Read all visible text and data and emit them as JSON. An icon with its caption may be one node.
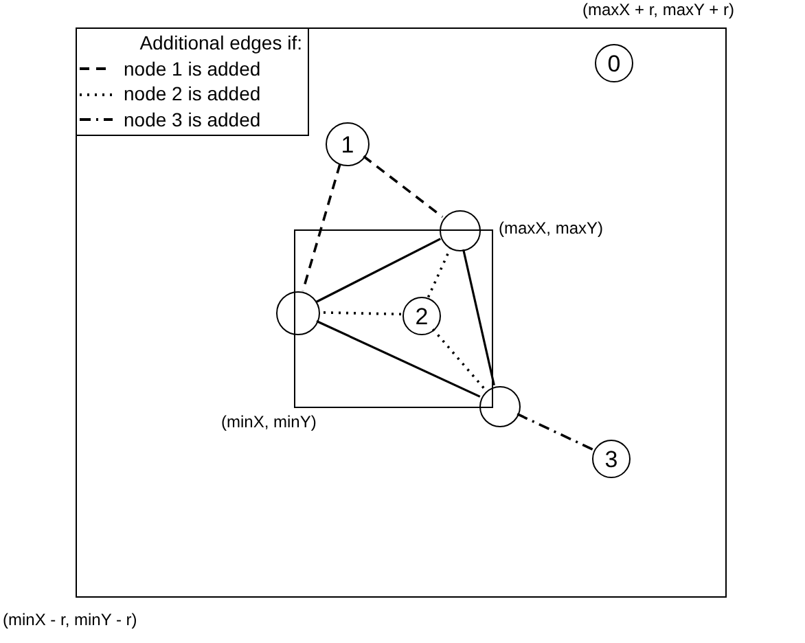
{
  "diagram": {
    "nodes": [
      {
        "text": [],
        "shape": "box",
        "beside": [
          "(maxX + r, maxY + r)",
          "(minX - r, minY - r)"
        ]
      },
      {
        "text": [
          "0"
        ],
        "in": 0
      },
      {
        "text": [
          "1"
        ],
        "in": 0
      },
      {
        "text": [],
        "shape": "circle",
        "in": 0,
        "beside": [
          "(maxX, maxY)"
        ]
      },
      {
        "text": [],
        "shape": "circle",
        "in": 0
      },
      {
        "text": [
          "2"
        ],
        "in": 0
      },
      {
        "text": [],
        "shape": "circle",
        "in": 0
      },
      {
        "text": [
          "3"
        ],
        "in": 0
      }
    ],
    "edges": [
      {
        "from": 4,
        "to": 3,
        "arrow": "none"
      },
      {
        "from": 4,
        "to": 6,
        "arrow": "none"
      },
      {
        "from": 3,
        "to": 6,
        "arrow": "none"
      },
      {
        "from": 2,
        "to": 4,
        "arrow": "none",
        "style": "dashed"
      },
      {
        "from": 2,
        "to": 3,
        "arrow": "none",
        "style": "dashed"
      },
      {
        "from": 5,
        "to": 4,
        "arrow": "none",
        "style": "dashed"
      },
      {
        "from": 5,
        "to": 3,
        "arrow": "none",
        "style": "dashed"
      },
      {
        "from": 5,
        "to": 6,
        "arrow": "none",
        "style": "dashed"
      },
      {
        "from": 6,
        "to": 7,
        "arrow": "none",
        "style": "dashed"
      }
    ],
    "labels": [
      "Additional edges if:",
      "(minX, minY)"
    ],
    "legend": [
      {
        "text": "node 1 is added"
      },
      {
        "text": "node 2 is added"
      },
      {
        "text": "node 3 is added"
      }
    ]
  }
}
